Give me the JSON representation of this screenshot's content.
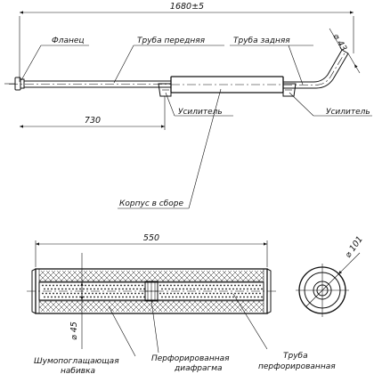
{
  "dimensions": {
    "overall_length": "1680±5",
    "front_length": "730",
    "tube_diameter": "⌀ 43",
    "body_length": "550",
    "body_diameter": "⌀ 101",
    "inner_diameter": "⌀ 45"
  },
  "labels": {
    "flange": "Фланец",
    "front_pipe": "Труба передняя",
    "rear_pipe": "Труба задняя",
    "reinforcement_left": "Усилитель",
    "reinforcement_right": "Усилитель",
    "body_assembly": "Корпус в сборе",
    "sound_absorbing_line1": "Шумопоглащающая",
    "sound_absorbing_line2": "набивка",
    "perforated_diaphragm_line1": "Перфорированная",
    "perforated_diaphragm_line2": "диафрагма",
    "perforated_pipe_line1": "Труба",
    "perforated_pipe_line2": "перфорированная"
  },
  "colors": {
    "line": "#111111",
    "background": "#ffffff"
  }
}
